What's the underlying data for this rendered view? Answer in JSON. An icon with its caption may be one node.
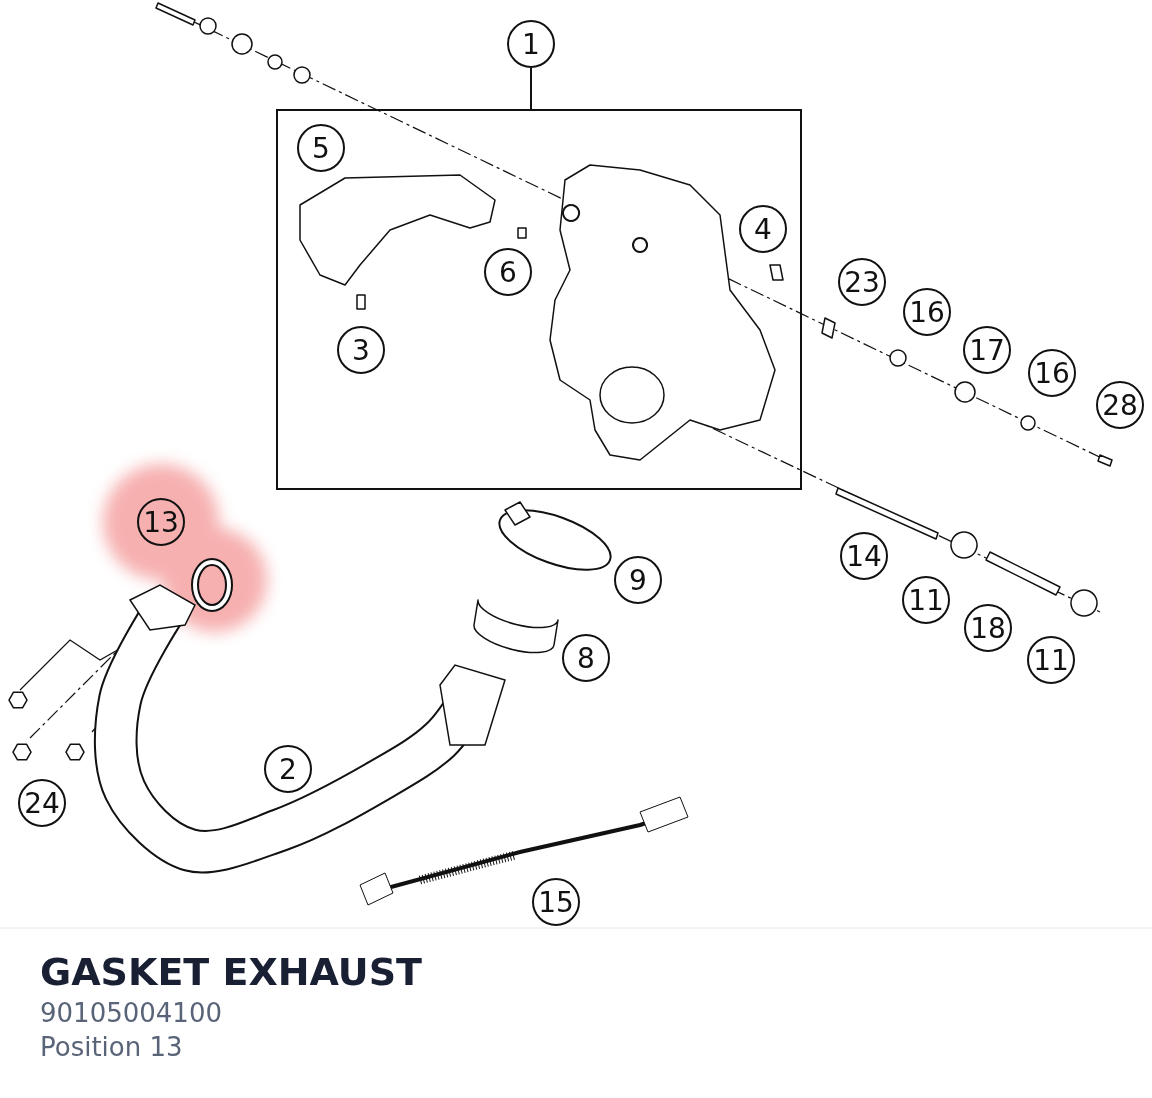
{
  "diagram": {
    "title": "GASKET EXHAUST",
    "nodes": [
      {
        "text": [
          "1"
        ]
      },
      {
        "text": [],
        "shape": "box"
      },
      {
        "text": [
          "5"
        ],
        "in": 1
      },
      {
        "text": [
          "4"
        ],
        "in": 1
      },
      {
        "text": [
          "6"
        ],
        "in": 1
      },
      {
        "text": [
          "3"
        ],
        "in": 1
      },
      {
        "text": [
          "23"
        ]
      },
      {
        "text": [
          "16"
        ]
      },
      {
        "text": [
          "17"
        ]
      },
      {
        "text": [
          "16"
        ]
      },
      {
        "text": [
          "28"
        ]
      },
      {
        "text": [
          "13"
        ]
      },
      {
        "text": [
          "9"
        ]
      },
      {
        "text": [
          "14"
        ]
      },
      {
        "text": [
          "11"
        ]
      },
      {
        "text": [
          "18"
        ]
      },
      {
        "text": [
          "11"
        ]
      },
      {
        "text": [
          "8"
        ]
      },
      {
        "text": [
          "2"
        ]
      },
      {
        "text": [
          "24"
        ]
      },
      {
        "text": [
          "15"
        ]
      }
    ],
    "edges": [
      {
        "from": 0,
        "to": 1,
        "arrow": "none"
      }
    ],
    "labels": [
      "90105004100",
      "Position 13"
    ]
  }
}
